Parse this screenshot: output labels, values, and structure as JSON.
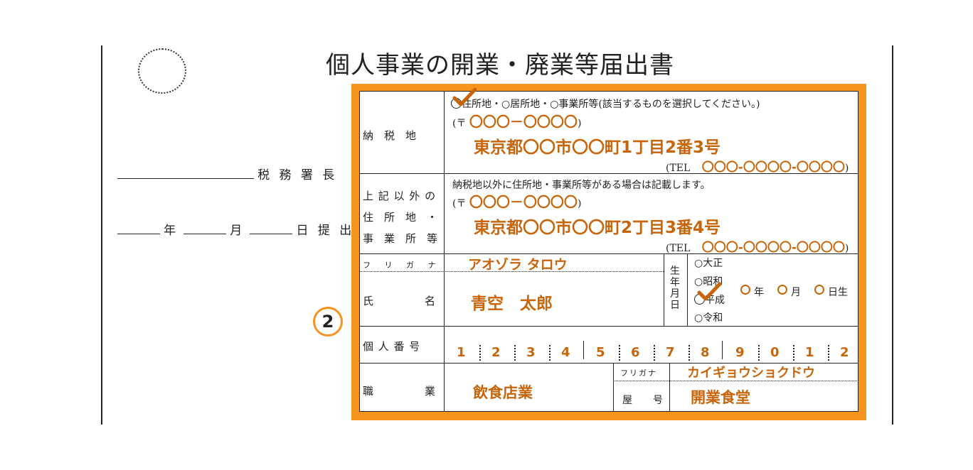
{
  "document": {
    "title": "個人事業の開業・廃業等届出書",
    "step_badge": "2"
  },
  "left": {
    "office_suffix": "税 務 署 長",
    "date_year": "年",
    "date_month": "月",
    "date_day": "日 提 出"
  },
  "rows": {
    "tax_place": {
      "label": "納　税　地",
      "options_text": "住所地・○居所地・○事業所等(該当するものを選択してください。)",
      "postal_prefix": "(〒",
      "postal_value": "〇〇〇－〇〇〇〇",
      "postal_suffix": ")",
      "address": "東京都〇〇市〇〇町1丁目2番3号",
      "tel_prefix": "(TEL",
      "tel_value": "〇〇〇-〇〇〇〇-〇〇〇〇",
      "tel_suffix": ")"
    },
    "other_place": {
      "label_line1": "上 記 以 外 の",
      "label_line2": "住　所　地　・",
      "label_line3": "事　業　所　等",
      "note": "納税地以外に住所地・事業所等がある場合は記載します。",
      "postal_prefix": "(〒",
      "postal_value": "〇〇〇－〇〇〇〇",
      "postal_suffix": ")",
      "address": "東京都〇〇市〇〇町2丁目3番4号",
      "tel_prefix": "(TEL",
      "tel_value": "〇〇〇-〇〇〇〇-〇〇〇〇",
      "tel_suffix": ")"
    },
    "name": {
      "furigana_label": "フ リ ガ ナ",
      "furigana_value": "アオゾラ タロウ",
      "label_left": "氏",
      "label_right": "名",
      "value": "青空　太郎"
    },
    "birth": {
      "label_chars": [
        "生",
        "年",
        "月",
        "日"
      ],
      "eras": [
        "○大正",
        "○昭和",
        "平成",
        "○令和"
      ],
      "year_label": "年",
      "month_label": "月",
      "day_label": "日生"
    },
    "my_number": {
      "label": "個 人 番 号",
      "digits": [
        "1",
        "2",
        "3",
        "4",
        "5",
        "6",
        "7",
        "8",
        "9",
        "0",
        "1",
        "2"
      ]
    },
    "occupation": {
      "label_left": "職",
      "label_right": "業",
      "value": "飲食店業",
      "shop_furigana_label": "フリガナ",
      "shop_furigana_value": "カイギョウショクドウ",
      "shop_label_left": "屋",
      "shop_label_right": "号",
      "shop_value": "開業食堂"
    }
  },
  "colors": {
    "accent": "#f7941d",
    "handwriting": "#c8650a"
  }
}
